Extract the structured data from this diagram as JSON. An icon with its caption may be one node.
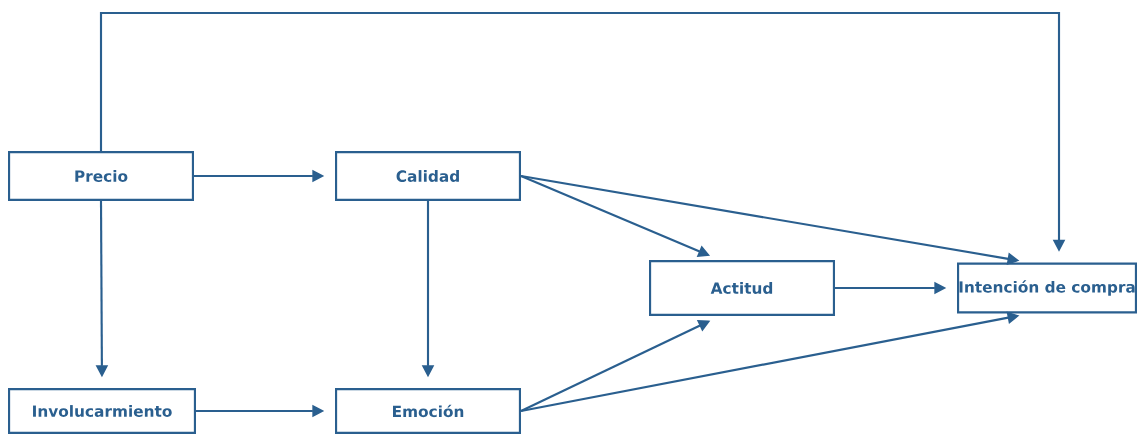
{
  "diagram": {
    "nodes": [
      {
        "text": [
          "Precio"
        ]
      },
      {
        "text": [
          "Calidad"
        ]
      },
      {
        "text": [
          "Actitud"
        ]
      },
      {
        "text": [
          "Intención de compra"
        ]
      },
      {
        "text": [
          "Involucarmiento"
        ]
      },
      {
        "text": [
          "Emoción"
        ]
      }
    ],
    "edges": [
      {
        "from": 0,
        "to": 1,
        "arrow": "to"
      },
      {
        "from": 0,
        "to": 4,
        "arrow": "to"
      },
      {
        "from": 0,
        "to": 3,
        "arrow": "to"
      },
      {
        "from": 1,
        "to": 5,
        "arrow": "to"
      },
      {
        "from": 1,
        "to": 2,
        "arrow": "to"
      },
      {
        "from": 1,
        "to": 3,
        "arrow": "to"
      },
      {
        "from": 2,
        "to": 3,
        "arrow": "to"
      },
      {
        "from": 4,
        "to": 5,
        "arrow": "to"
      },
      {
        "from": 5,
        "to": 2,
        "arrow": "to"
      },
      {
        "from": 5,
        "to": 3,
        "arrow": "to"
      }
    ]
  }
}
